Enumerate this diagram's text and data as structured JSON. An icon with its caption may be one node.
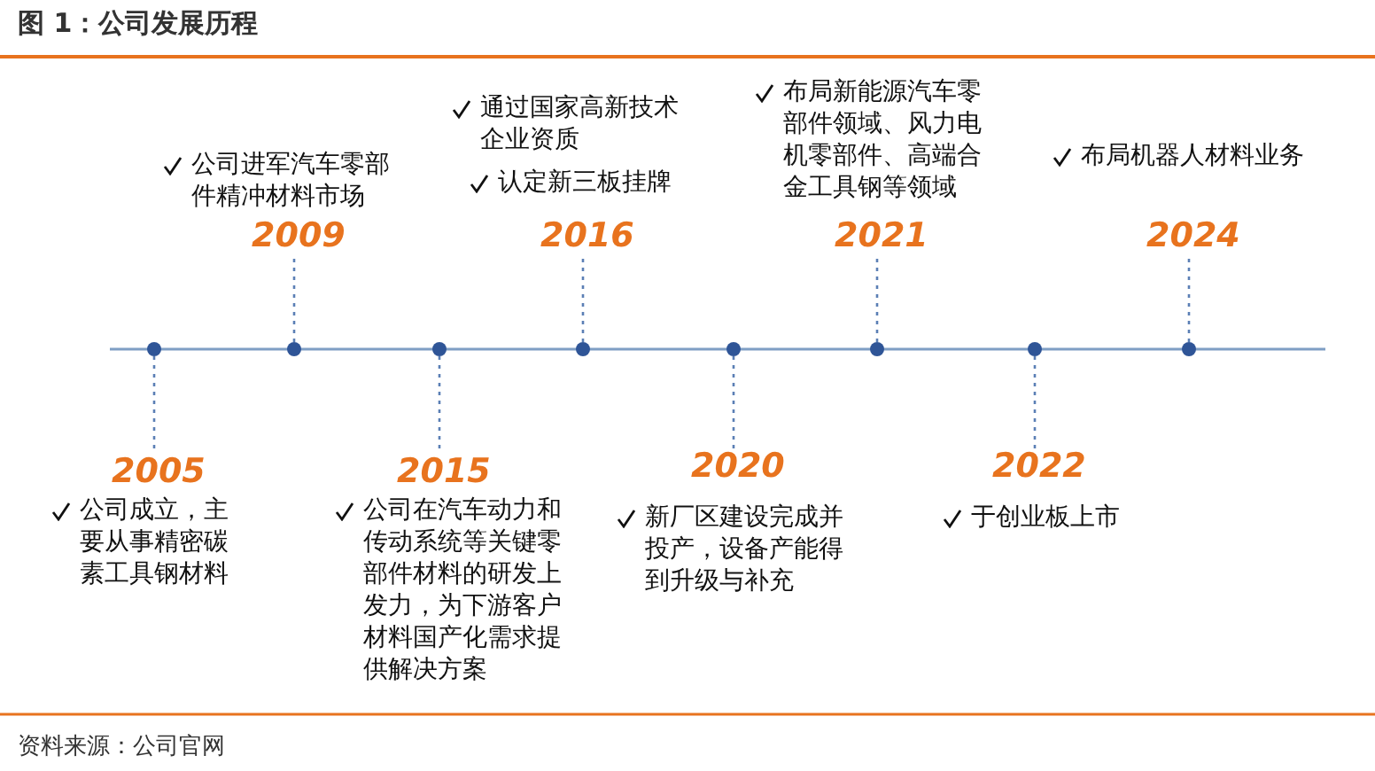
{
  "diagram": {
    "title": "图 1：公司发展历程",
    "caption": "资料来源：公司官网",
    "nodes": [
      {
        "text": [],
        "shape": "circle"
      },
      {
        "text": [],
        "shape": "circle"
      },
      {
        "text": [],
        "shape": "circle"
      },
      {
        "text": [],
        "shape": "circle"
      },
      {
        "text": [],
        "shape": "circle"
      },
      {
        "text": [],
        "shape": "circle"
      },
      {
        "text": [],
        "shape": "circle"
      },
      {
        "text": [],
        "shape": "circle"
      },
      {
        "text": [
          "2005"
        ],
        "beside": [
          "公司成立，主要从事精密碳素工具钢材料"
        ]
      },
      {
        "text": [
          "2009"
        ],
        "beside": [
          "公司进军汽车零部件精冲材料市场"
        ]
      },
      {
        "text": [
          "2015"
        ],
        "beside": [
          "公司在汽车动力和传动系统等关键零部件材料的研发上发力，为下游客户材料国产化需求提供解决方案"
        ]
      },
      {
        "text": [
          "2016"
        ],
        "beside": [
          "通过国家高新技术企业资质",
          "认定新三板挂牌"
        ]
      },
      {
        "text": [
          "2020"
        ],
        "beside": [
          "新厂区建设完成并投产，设备产能得到升级与补充"
        ]
      },
      {
        "text": [
          "2021"
        ],
        "beside": [
          "布局新能源汽车零部件领域、风力电机零部件、高端合金工具钢等领域"
        ]
      },
      {
        "text": [
          "2022"
        ],
        "beside": [
          "于创业板上市"
        ]
      },
      {
        "text": [
          "2024"
        ],
        "beside": [
          "布局机器人材料业务"
        ]
      }
    ],
    "edges": [
      {
        "from": 0,
        "to": 8,
        "arrow": "none",
        "style": "dashed"
      },
      {
        "from": 1,
        "to": 9,
        "arrow": "none",
        "style": "dashed"
      },
      {
        "from": 2,
        "to": 10,
        "arrow": "none",
        "style": "dashed"
      },
      {
        "from": 3,
        "to": 11,
        "arrow": "none",
        "style": "dashed"
      },
      {
        "from": 4,
        "to": 12,
        "arrow": "none",
        "style": "dashed"
      },
      {
        "from": 5,
        "to": 13,
        "arrow": "none",
        "style": "dashed"
      },
      {
        "from": 6,
        "to": 14,
        "arrow": "none",
        "style": "dashed"
      },
      {
        "from": 7,
        "to": 15,
        "arrow": "none",
        "style": "dashed"
      }
    ]
  }
}
